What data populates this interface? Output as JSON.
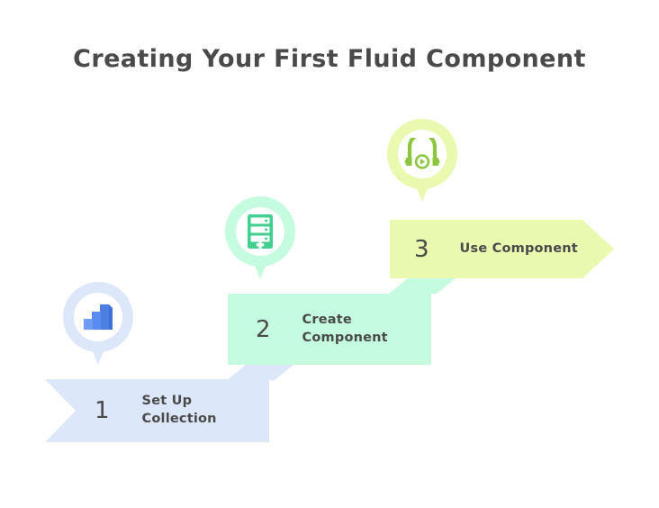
{
  "page": {
    "title": "Creating Your First Fluid Component",
    "background_color": "#ffffff",
    "text_color": "#4a4a4a"
  },
  "steps": [
    {
      "number": "1",
      "label": "Set Up Collection",
      "banner_color": "#dde7fa",
      "shape": "chevron",
      "icon": {
        "name": "bar-chart-icon",
        "pin_ring_color": "#dde7fa",
        "glyph_color": "#4d7fe0"
      }
    },
    {
      "number": "2",
      "label": "Create Component",
      "banner_color": "#c5fbdf",
      "shape": "rectangle",
      "icon": {
        "name": "server-add-icon",
        "pin_ring_color": "#c5fbdf",
        "glyph_color": "#43cf8f"
      }
    },
    {
      "number": "3",
      "label": "Use Component",
      "banner_color": "#e9f9b0",
      "shape": "arrow",
      "icon": {
        "name": "headphones-play-icon",
        "pin_ring_color": "#e9f9b0",
        "glyph_color": "#8cc63f"
      }
    }
  ]
}
